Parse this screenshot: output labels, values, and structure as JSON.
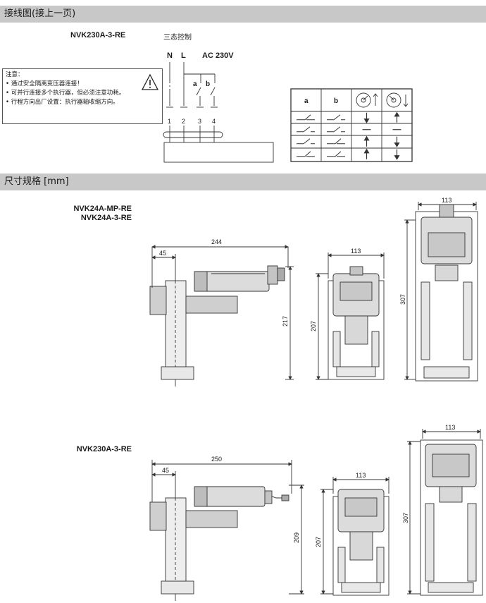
{
  "sections": {
    "wiring_title": "接线图(接上一页)",
    "dimensions_title": "尺寸规格 [mm]"
  },
  "wiring": {
    "model": "NVK230A-3-RE",
    "mode": "三态控制",
    "labels": {
      "n": "N",
      "l": "L",
      "voltage": "AC 230V",
      "a": "a",
      "b": "b"
    },
    "terminals": [
      "1",
      "2",
      "3",
      "4"
    ]
  },
  "notice": {
    "title": "注意：",
    "items": [
      "• 通过安全隔离变压器连接！",
      "• 可并行连接多个执行器，但必须注意功耗。",
      "• 行程方向出厂设置：执行器轴收缩方向。"
    ]
  },
  "truth_table": {
    "headers": [
      "a",
      "b"
    ],
    "rows": [
      {
        "a": "closed",
        "b": "open",
        "rot1": "down",
        "rot2": "up"
      },
      {
        "a": "open",
        "b": "open",
        "rot1": "stop",
        "rot2": "stop"
      },
      {
        "a": "open",
        "b": "closed",
        "rot1": "up",
        "rot2": "down"
      },
      {
        "a": "closed",
        "b": "closed",
        "rot1": "up",
        "rot2": "down"
      }
    ]
  },
  "dimensions": {
    "group1": {
      "models": [
        "NVK24A-MP-RE",
        "NVK24A-3-RE"
      ],
      "side_width": "244",
      "side_offset": "45",
      "side_height": "217",
      "front_width": "113",
      "front_height": "207",
      "ext_width": "113",
      "ext_height": "307"
    },
    "group2": {
      "models": [
        "NVK230A-3-RE"
      ],
      "side_width": "250",
      "side_offset": "45",
      "side_height": "209",
      "front_width": "113",
      "front_height": "207",
      "ext_width": "113",
      "ext_height": "307"
    }
  },
  "colors": {
    "section_bar": "#c8c8c8",
    "line": "#333333",
    "body_fill": "#d8d8d8"
  }
}
